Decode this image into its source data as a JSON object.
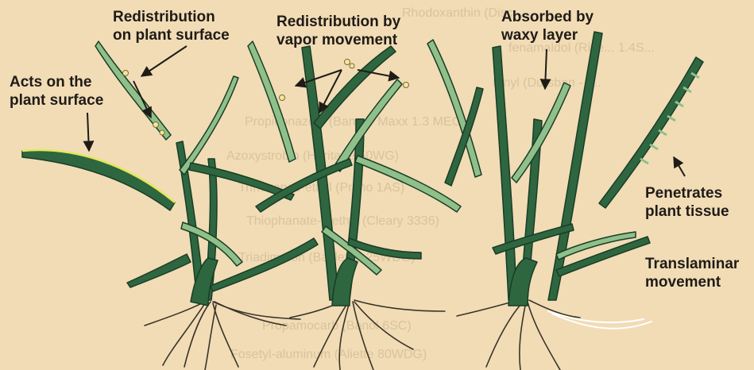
{
  "colors": {
    "background": "#f1dcb6",
    "leaf_dark": "#2e6640",
    "leaf_light": "#8fc08a",
    "leaf_outline": "#1a3d26",
    "root": "#3a3428",
    "label_text": "#1f1b16",
    "droplet": "#f3e6a0",
    "highlight_edge": "#e4e65a"
  },
  "labels": {
    "acts_on_surface": "Acts on the\nplant surface",
    "redistribution_surface": "Redistribution\non plant surface",
    "redistribution_vapor": "Redistribution by\nvapor movement",
    "absorbed_waxy": "Absorbed by\nwaxy layer",
    "penetrates_tissue": "Penetrates\nplant tissue",
    "translaminar": "Translaminar\nmovement"
  },
  "background_table_text": [
    "Rhodoxanthin (Disc...",
    "fenamaldol (Rive... 1.4S...",
    "tenyl (Dursban - (...",
    "Propiconazole (Banner Maxx 1.3 MEC)",
    "Azoxystrobin (Heritage 50WG)",
    "Trinexapac-ethyl (Primo 1AS)",
    "Thiophanate-methyl (Cleary 3336)",
    "Triadimefon (Bayleton 25WDG)",
    "Propamocarb (Banol 6SC)",
    "Fosetyl-aluminum (Aliette 80WDG)"
  ]
}
